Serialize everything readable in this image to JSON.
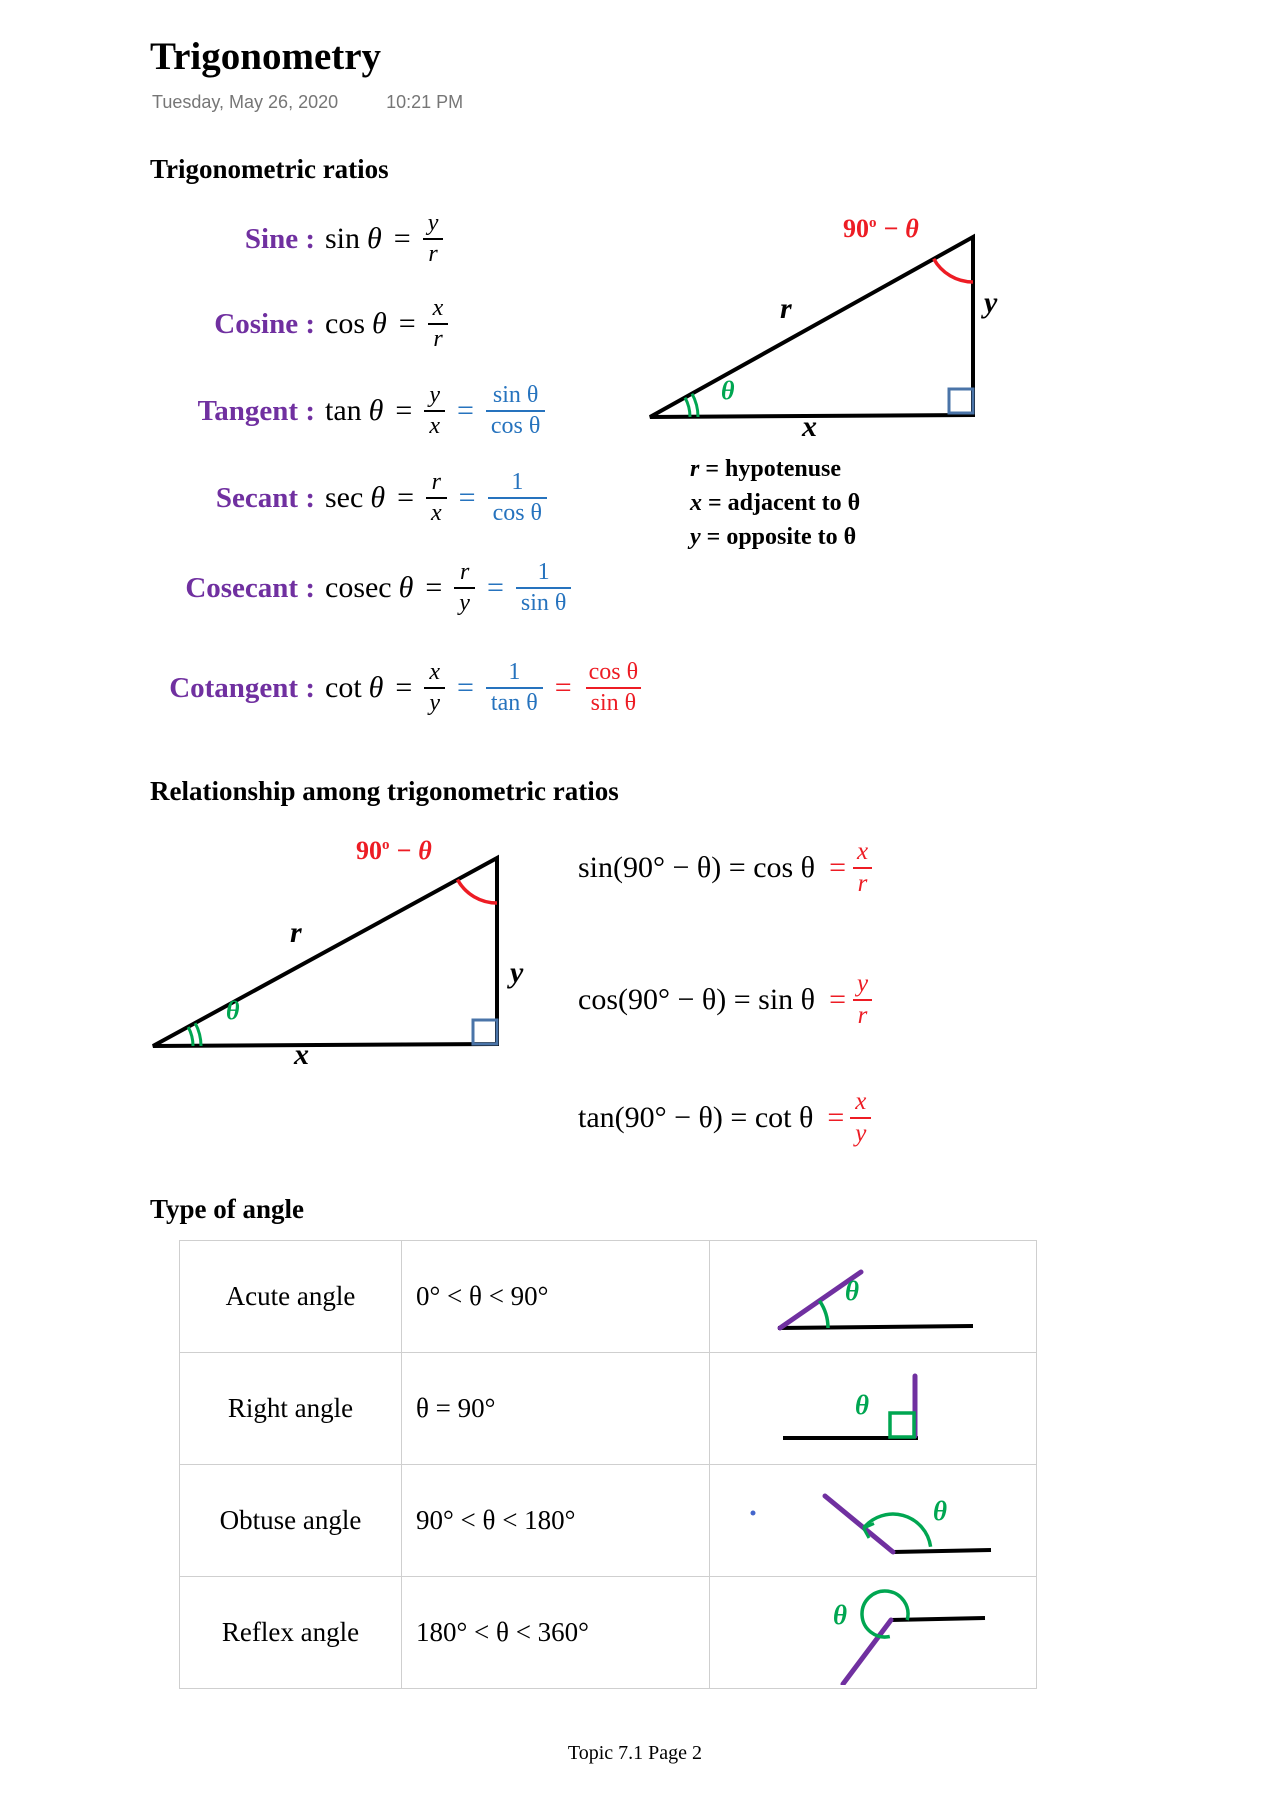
{
  "page": {
    "title": "Trigonometry",
    "date": "Tuesday, May 26, 2020",
    "time": "10:21 PM",
    "footer": "Topic 7.1 Page 2"
  },
  "sections": {
    "ratios_heading": "Trigonometric ratios",
    "relationship_heading": "Relationship among trigonometric ratios",
    "angles_heading": "Type of angle"
  },
  "ratios": [
    {
      "label": "Sine :",
      "fn": "sin",
      "arg": "θ",
      "eq": "=",
      "frac1": {
        "num": "y",
        "den": "r"
      }
    },
    {
      "label": "Cosine :",
      "fn": "cos",
      "arg": "θ",
      "eq": "=",
      "frac1": {
        "num": "x",
        "den": "r"
      }
    },
    {
      "label": "Tangent :",
      "fn": "tan",
      "arg": "θ",
      "eq": "=",
      "frac1": {
        "num": "y",
        "den": "x"
      },
      "eq2": "=",
      "frac2": {
        "num": "sin θ",
        "den": "cos θ"
      }
    },
    {
      "label": "Secant :",
      "fn": "sec",
      "arg": "θ",
      "eq": "=",
      "frac1": {
        "num": "r",
        "den": "x"
      },
      "eq2": "=",
      "frac2": {
        "num": "1",
        "den": "cos θ"
      }
    },
    {
      "label": "Cosecant :",
      "fn": "cosec",
      "arg": "θ",
      "eq": "=",
      "frac1": {
        "num": "r",
        "den": "y"
      },
      "eq2": "=",
      "frac2": {
        "num": "1",
        "den": "sin θ"
      }
    },
    {
      "label": "Cotangent :",
      "fn": "cot",
      "arg": "θ",
      "eq": "=",
      "frac1": {
        "num": "x",
        "den": "y"
      },
      "eq2": "=",
      "frac2": {
        "num": "1",
        "den": "tan θ"
      },
      "eq3": "=",
      "frac3": {
        "num": "cos θ",
        "den": "sin θ"
      }
    }
  ],
  "triangle1": {
    "angle_top": {
      "base": "90",
      "sup": "o",
      "rest": " − θ"
    },
    "hyp": "r",
    "opp": "y",
    "adj": "x",
    "theta": "θ"
  },
  "legend": [
    {
      "var": "r",
      "rest": " = hypotenuse"
    },
    {
      "var": "x",
      "rest": " = adjacent to θ"
    },
    {
      "var": "y",
      "rest": " = opposite to θ"
    }
  ],
  "triangle2": {
    "angle_top": {
      "base": "90",
      "sup": "o",
      "rest": " − θ"
    },
    "hyp": "r",
    "opp": "y",
    "adj": "x",
    "theta": "θ"
  },
  "identities": [
    {
      "lhs": "sin(90° − θ) = cos θ",
      "eq": "=",
      "frac": {
        "num": "x",
        "den": "r"
      }
    },
    {
      "lhs": "cos(90° − θ) = sin θ",
      "eq": "=",
      "frac": {
        "num": "y",
        "den": "r"
      }
    },
    {
      "lhs": "tan(90° − θ) = cot θ",
      "eq": "=",
      "frac": {
        "num": "x",
        "den": "y"
      }
    }
  ],
  "angle_table": {
    "rows": [
      {
        "name": "Acute angle",
        "condition": "0° < θ < 90°",
        "theta": "θ"
      },
      {
        "name": "Right angle",
        "condition": "θ = 90°",
        "theta": "θ"
      },
      {
        "name": "Obtuse angle",
        "condition": "90° < θ < 180°",
        "theta": "θ"
      },
      {
        "name": "Reflex angle",
        "condition": "180° < θ < 360°",
        "theta": "θ"
      }
    ]
  },
  "colors": {
    "label_purple": "#7030A0",
    "formula_blue": "#2673BE",
    "accent_red": "#ED1C24",
    "angle_green": "#00A651",
    "right_angle_blue": "#4A74A8",
    "date_gray": "#767676",
    "table_border": "#cfcfcf"
  }
}
